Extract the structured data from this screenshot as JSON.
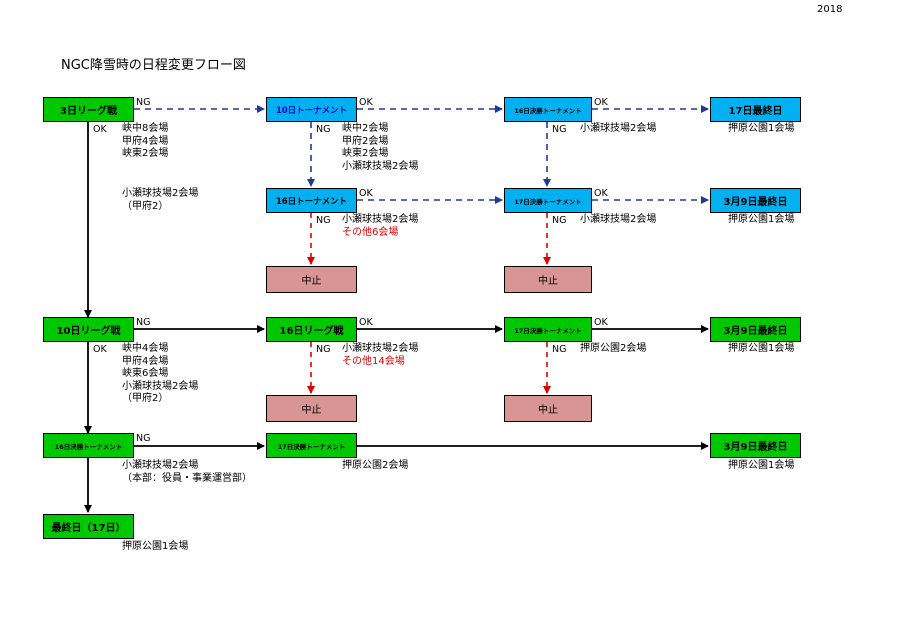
{
  "year": "2018",
  "title": "NGC降雪時の日程変更フロー図",
  "boxes": {
    "league3": "3日リーグ戦",
    "tourn10": "10日トーナメント",
    "final16_top": "16日決勝トーナメント",
    "last17": "17日最終日",
    "tourn16": "16日トーナメント",
    "final17_blue": "17日決勝トーナメント",
    "last_mar9_blue": "3月9日最終日",
    "stop_a": "中止",
    "stop_b": "中止",
    "league10": "10日リーグ戦",
    "league16": "16日リーグ戦",
    "final17_green": "17日決勝トーナメント",
    "last_mar9_g1": "3月9日最終日",
    "stop_c": "中止",
    "stop_d": "中止",
    "final16_green": "16日決勝トーナメント",
    "final17_green2": "17日決勝トーナメント",
    "last_mar9_g2": "3月9日最終日",
    "final17day": "最終日（17日）"
  },
  "labels": {
    "ok": "OK",
    "ng": "NG"
  },
  "venues": {
    "v_league3": [
      "峡中8会場",
      "甲府4会場",
      "峡東2会場"
    ],
    "v_league3_extra": [
      "小瀬球技場2会場",
      "（甲府2）"
    ],
    "v_tourn10": [
      "峡中2会場",
      "甲府2会場",
      "峡東2会場",
      "小瀬球技場2会場"
    ],
    "v_final16_top": "小瀬球技場2会場",
    "v_last17": "押原公園1会場",
    "v_tourn16": "小瀬球技場2会場",
    "v_tourn16_red": "その他6会場",
    "v_final17_blue": "小瀬球技場2会場",
    "v_mar9_blue": "押原公園1会場",
    "v_league10": [
      "峡中4会場",
      "甲府4会場",
      "峡東6会場",
      "小瀬球技場2会場",
      "（甲府2）"
    ],
    "v_league16": "小瀬球技場2会場",
    "v_league16_red": "その他14会場",
    "v_final17_green": "押原公園2会場",
    "v_mar9_g1": "押原公園1会場",
    "v_final16_green": [
      "小瀬球技場2会場",
      "（本部：役員・事業運営部）"
    ],
    "v_final17_green2": "押原公園2会場",
    "v_mar9_g2": "押原公園1会場",
    "v_final17day": "押原公園1会場"
  },
  "colors": {
    "green": "#00c800",
    "blue": "#00b0f0",
    "pink": "#d99594",
    "dash_blue": "#1f3a93",
    "dash_red": "#e00000"
  }
}
